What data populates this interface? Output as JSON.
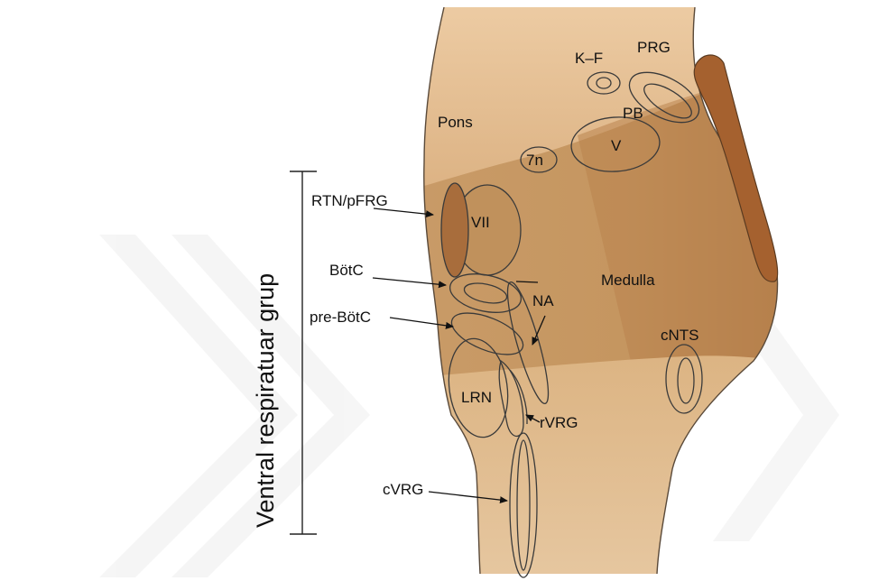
{
  "colors": {
    "pons_light": "#e8c59b",
    "tissue": "#caa070",
    "tissue_dark": "#b5814f",
    "dorsal_band": "#a9683a",
    "outline": "#3a3a3a"
  },
  "bracket_label": "Ventral respiratuar grup",
  "regions": {
    "pons": "Pons",
    "medulla": "Medulla"
  },
  "nuclei": {
    "kf": "K–F",
    "prg": "PRG",
    "pb": "PB",
    "v": "V",
    "n7": "7n",
    "vii": "VII",
    "na": "NA",
    "cnts": "cNTS",
    "lrn": "LRN"
  },
  "callouts": {
    "rtn_pfrg": "RTN/pFRG",
    "botc": "BötC",
    "pre_botc": "pre-BötC",
    "rvrg": "rVRG",
    "cvrg": "cVRG"
  }
}
